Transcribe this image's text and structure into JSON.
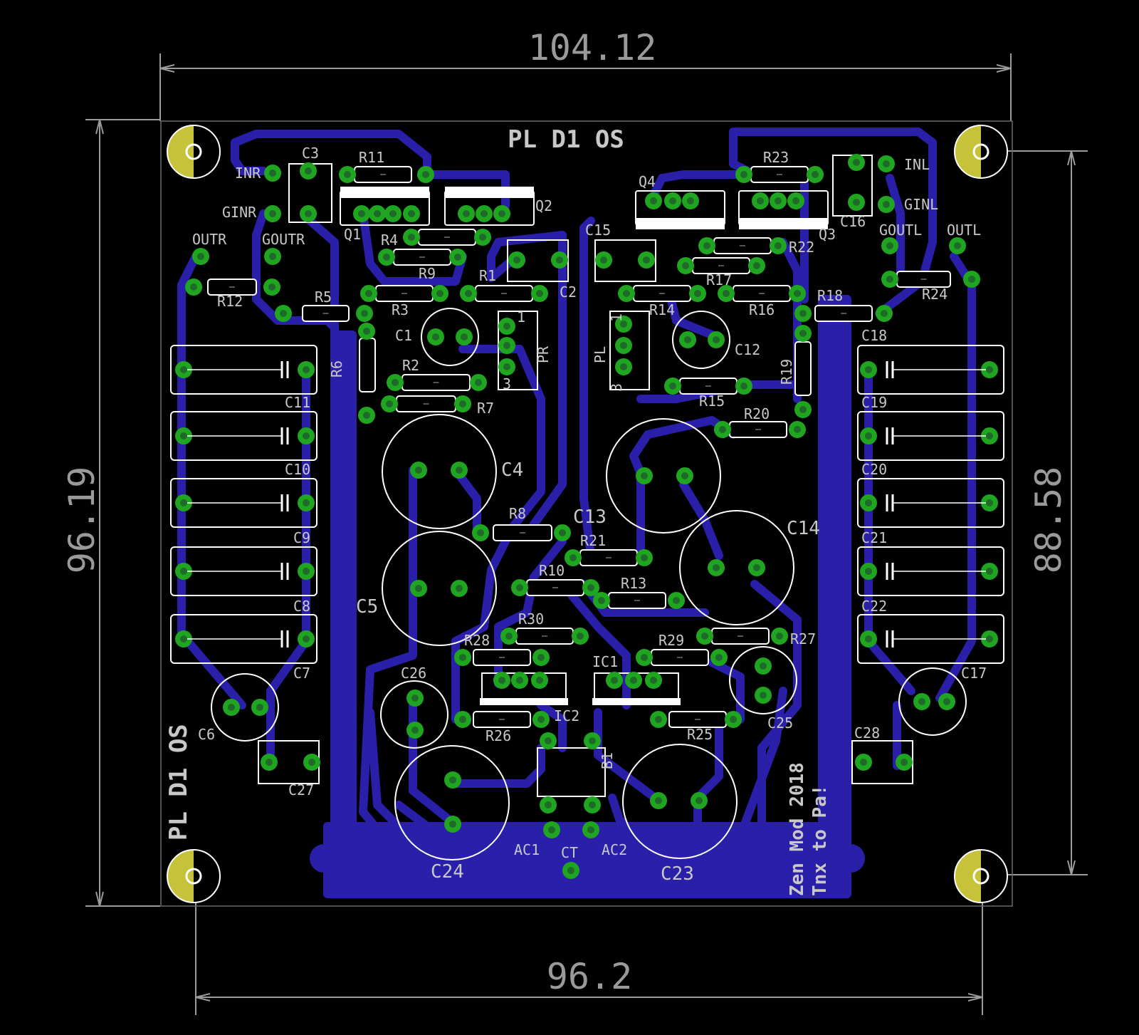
{
  "colors": {
    "background": "#000000",
    "trace": "#2a1fa8",
    "pad": "#1fa51f",
    "pad_hole": "#1e6a28",
    "mount_hole": "#c6c23a",
    "silkscreen": "#ffffff",
    "dimension": "#9a9a9a"
  },
  "dimensions": {
    "top_width": "104.12",
    "bottom_width": "96.2",
    "left_height": "96.19",
    "right_height": "88.58"
  },
  "board": {
    "title_top": "PL D1 OS",
    "title_left": "PL D1 OS",
    "credit_line1": "Zen Mod 2018",
    "credit_line2": "Tnx to Pa!"
  },
  "labels": {
    "INR": "INR",
    "GINR": "GINR",
    "OUTR": "OUTR",
    "GOUTR": "GOUTR",
    "INL": "INL",
    "GINL": "GINL",
    "GOUTL": "GOUTL",
    "OUTL": "OUTL",
    "AC1": "AC1",
    "AC2": "AC2",
    "CT": "CT",
    "B1": "B1",
    "PR": "PR",
    "PL": "PL",
    "IC1": "IC1",
    "IC2": "IC2",
    "Q1": "Q1",
    "Q2": "Q2",
    "Q3": "Q3",
    "Q4": "Q4",
    "R1": "R1",
    "R2": "R2",
    "R3": "R3",
    "R4": "R4",
    "R5": "R5",
    "R6": "R6",
    "R7": "R7",
    "R8": "R8",
    "R9": "R9",
    "R10": "R10",
    "R11": "R11",
    "R12": "R12",
    "R13": "R13",
    "R14": "R14",
    "R15": "R15",
    "R16": "R16",
    "R17": "R17",
    "R18": "R18",
    "R19": "R19",
    "R20": "R20",
    "R21": "R21",
    "R22": "R22",
    "R23": "R23",
    "R24": "R24",
    "R25": "R25",
    "R26": "R26",
    "R27": "R27",
    "R28": "R28",
    "R29": "R29",
    "R30": "R30",
    "C1": "C1",
    "C2": "C2",
    "C3": "C3",
    "C4": "C4",
    "C5": "C5",
    "C6": "C6",
    "C7": "C7",
    "C8": "C8",
    "C9": "C9",
    "C10": "C10",
    "C11": "C11",
    "C12": "C12",
    "C13": "C13",
    "C14": "C14",
    "C15": "C15",
    "C16": "C16",
    "C17": "C17",
    "C18": "C18",
    "C19": "C19",
    "C20": "C20",
    "C21": "C21",
    "C22": "C22",
    "C23": "C23",
    "C24": "C24",
    "C25": "C25",
    "C26": "C26",
    "C27": "C27",
    "C28": "C28",
    "pin1": "1",
    "pin3": "3"
  }
}
